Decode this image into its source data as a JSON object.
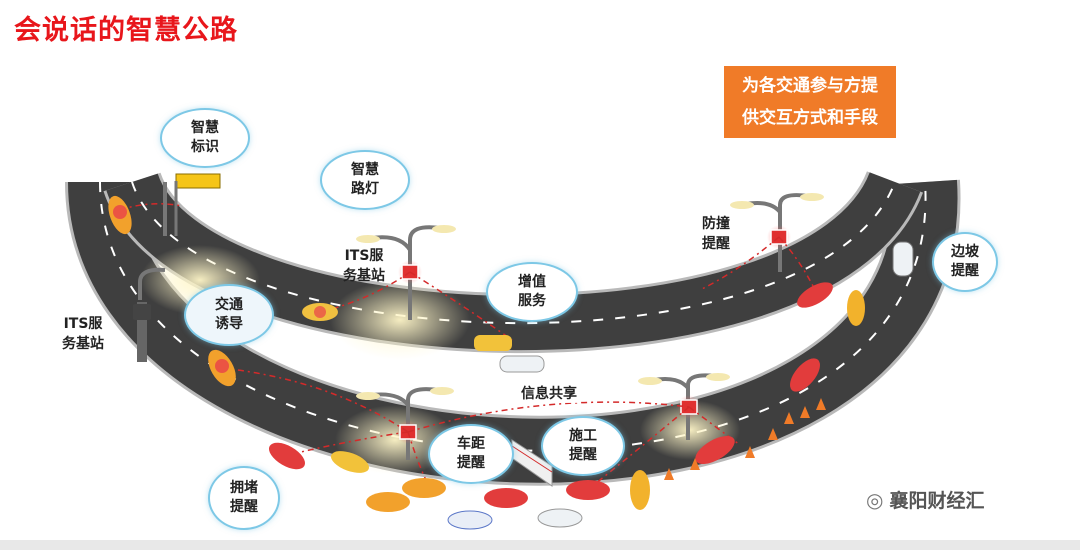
{
  "title": "会说话的智慧公路",
  "orange_box": {
    "line1": "为各交通参与方提",
    "line2": "供交互方式和手段"
  },
  "labels": {
    "smart_sign": [
      "智慧",
      "标识"
    ],
    "smart_light": [
      "智慧",
      "路灯"
    ],
    "its_station_top": [
      "ITS服",
      "务基站"
    ],
    "its_station_left": [
      "ITS服",
      "务基站"
    ],
    "value_service": [
      "增值",
      "服务"
    ],
    "collision": [
      "防撞",
      "提醒"
    ],
    "slope": [
      "边坡",
      "提醒"
    ],
    "traffic_guide": [
      "交通",
      "诱导"
    ],
    "info_share": "信息共享",
    "distance": [
      "车距",
      "提醒"
    ],
    "construction": [
      "施工",
      "提醒"
    ],
    "congestion": [
      "拥堵",
      "提醒"
    ]
  },
  "watermark": "襄阳财经汇",
  "colors": {
    "title": "#e8161b",
    "orange_box": "#f07b28",
    "road": "#3f3f3f",
    "bubble_border": "#7dc8e6",
    "signal_line": "#d42a2a"
  }
}
